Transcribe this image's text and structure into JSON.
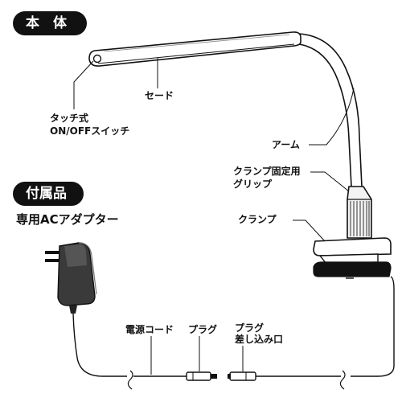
{
  "headings": {
    "main_unit": "本　体",
    "accessories": "付属品"
  },
  "accessory_item": "専用ACアダプター",
  "labels": {
    "shade": "セード",
    "touch_switch_line1": "タッチ式",
    "touch_switch_line2": "ON/OFFスイッチ",
    "arm": "アーム",
    "clamp_grip_line1": "クランプ固定用",
    "clamp_grip_line2": "グリップ",
    "clamp": "クランプ",
    "power_cord": "電源コード",
    "plug": "プラグ",
    "plug_socket_line1": "プラグ",
    "plug_socket_line2": "差し込み口"
  },
  "colors": {
    "ink": "#111111",
    "background": "#ffffff",
    "pill_text": "#ffffff"
  }
}
